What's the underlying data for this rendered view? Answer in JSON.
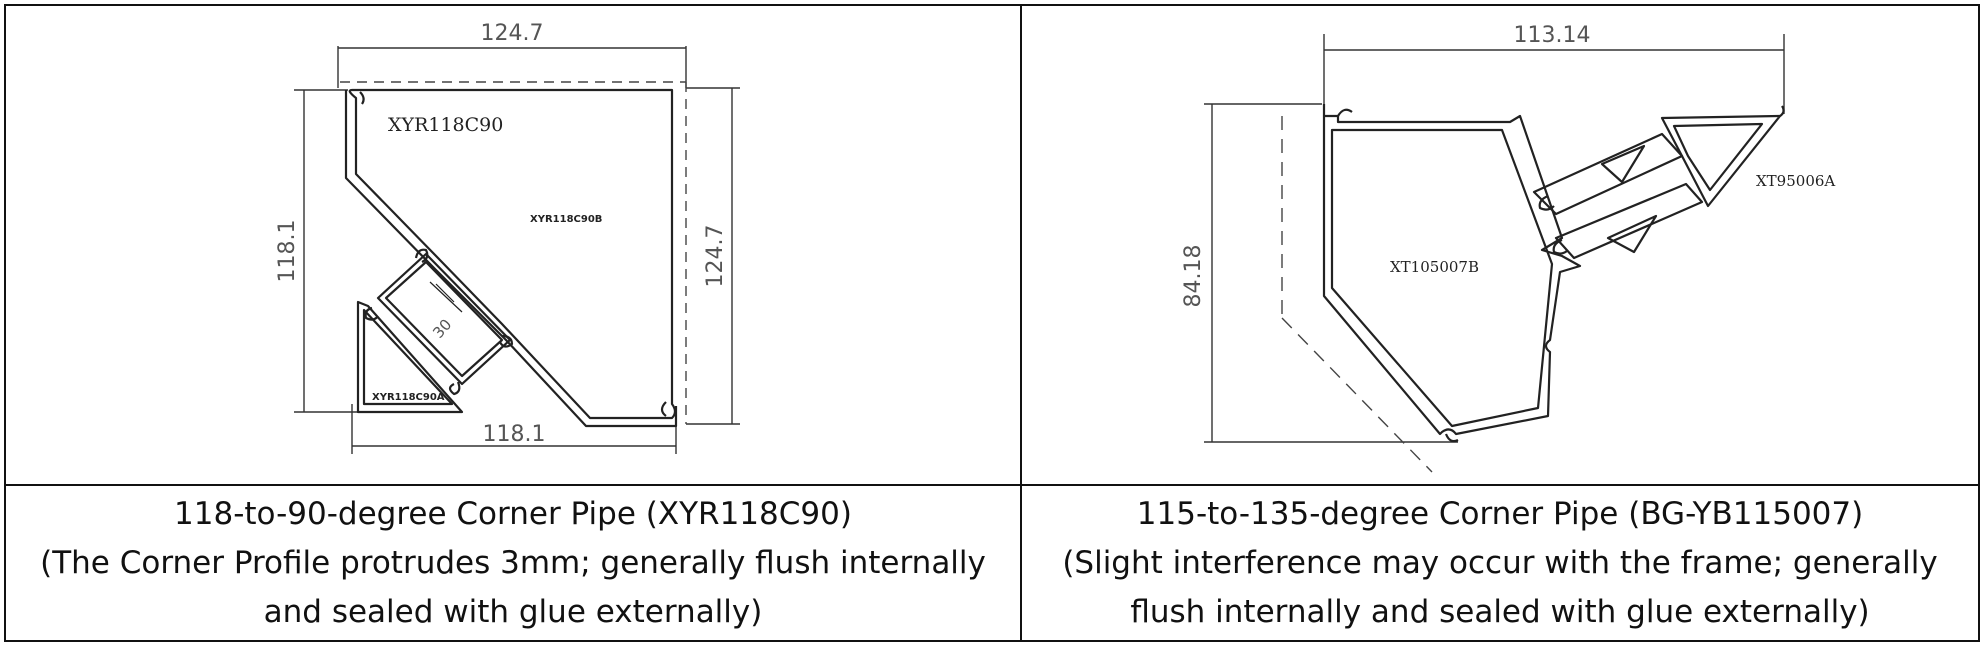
{
  "left_panel": {
    "drawing": {
      "dim_top": "124.7",
      "dim_left": "118.1",
      "dim_right": "124.7",
      "dim_bottom": "118.1",
      "dim_inner": "30",
      "profile_main": "XYR118C90",
      "profile_b": "XYR118C90B",
      "profile_a": "XYR118C90A"
    },
    "caption": {
      "line1": "118-to-90-degree Corner Pipe (XYR118C90)",
      "line2": "(The Corner Profile protrudes 3mm; generally flush internally",
      "line3": "and sealed with glue externally)"
    }
  },
  "right_panel": {
    "drawing": {
      "dim_top": "113.14",
      "dim_left": "84.18",
      "profile_main": "XT105007B",
      "profile_side": "XT95006A"
    },
    "caption": {
      "line1": "115-to-135-degree Corner Pipe (BG-YB115007)",
      "line2": "(Slight interference may occur with the frame; generally",
      "line3": "flush internally and sealed with glue externally)"
    }
  }
}
